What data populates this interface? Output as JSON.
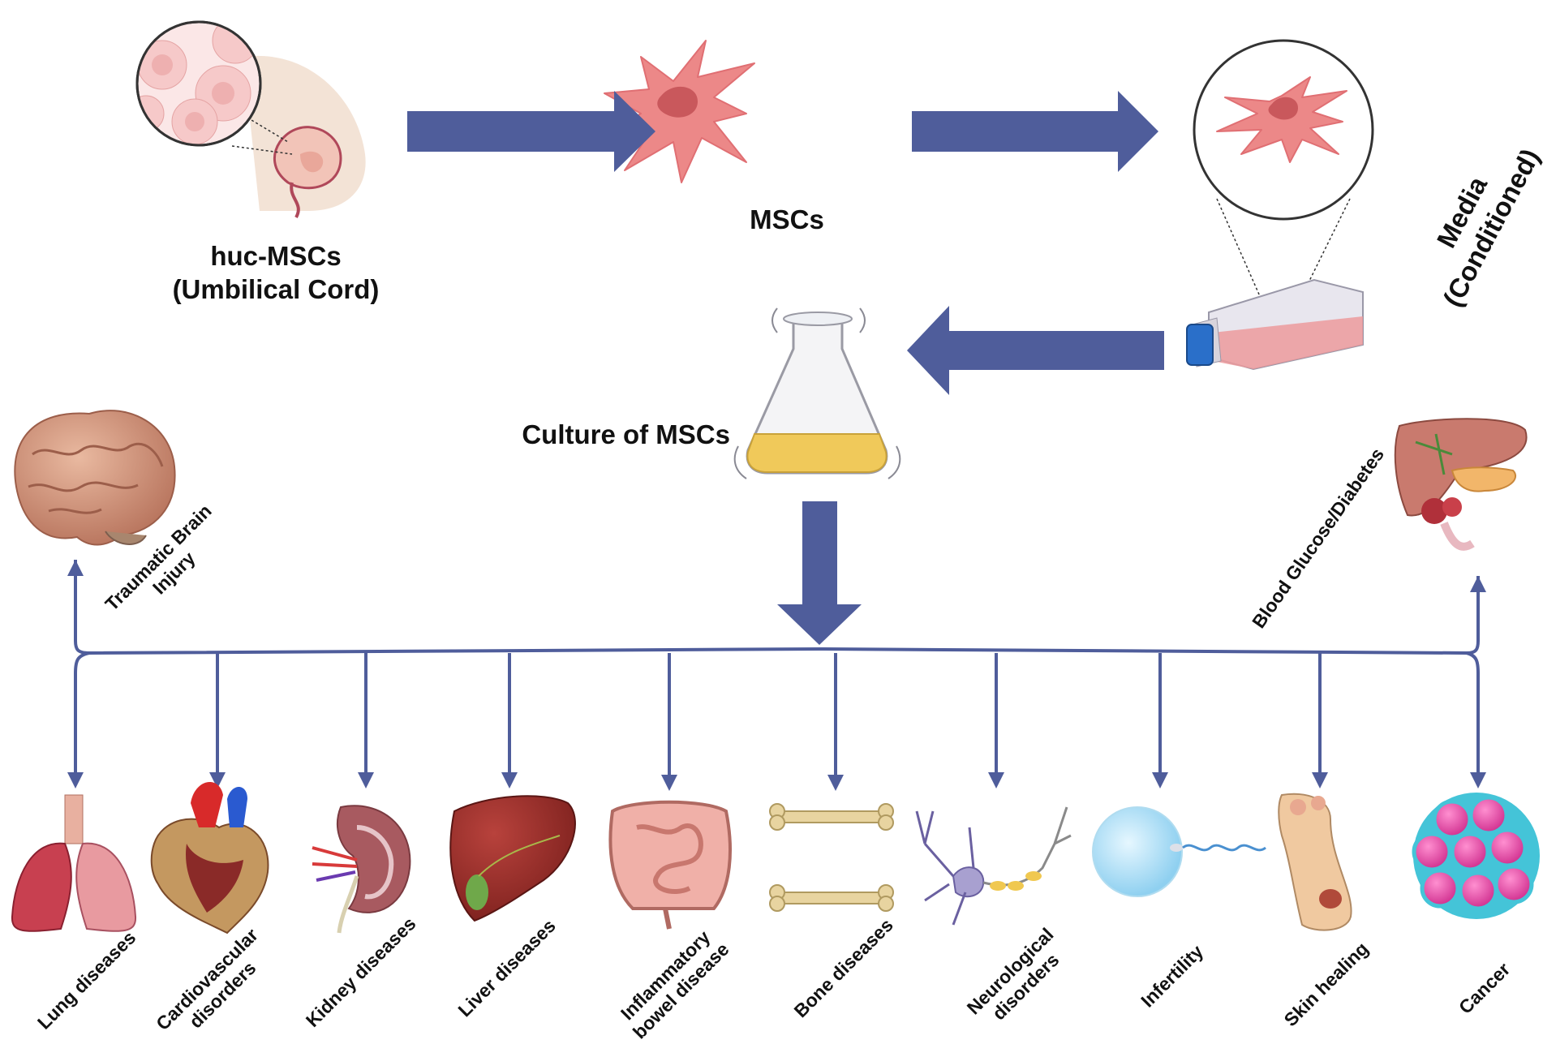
{
  "source": {
    "label_line1": "huc-MSCs",
    "label_line2": "(Umbilical Cord)"
  },
  "mscs": {
    "label": "MSCs"
  },
  "media": {
    "label_line1": "Media",
    "label_line2": "(Conditioned)"
  },
  "culture": {
    "label": "Culture of MSCs"
  },
  "targets_top": [
    {
      "line1": "Traumatic Brain",
      "line2": "Injury",
      "icon": "brain-icon"
    },
    {
      "line1": "Blood Glucose/Diabetes",
      "line2": "",
      "icon": "pancreas-liver-icon"
    }
  ],
  "targets_bottom": [
    {
      "line1": "Lung diseases",
      "line2": "",
      "icon": "lungs-icon"
    },
    {
      "line1": "Cardiovascular",
      "line2": "disorders",
      "icon": "heart-icon"
    },
    {
      "line1": "Kidney diseases",
      "line2": "",
      "icon": "kidney-icon"
    },
    {
      "line1": "Liver diseases",
      "line2": "",
      "icon": "liver-icon"
    },
    {
      "line1": "Inflammatory",
      "line2": "bowel disease",
      "icon": "intestine-icon"
    },
    {
      "line1": "Bone diseases",
      "line2": "",
      "icon": "bone-icon"
    },
    {
      "line1": "Neurological",
      "line2": "disorders",
      "icon": "neuron-icon"
    },
    {
      "line1": "Infertility",
      "line2": "",
      "icon": "egg-sperm-icon"
    },
    {
      "line1": "Skin healing",
      "line2": "",
      "icon": "skin-wound-icon"
    },
    {
      "line1": "Cancer",
      "line2": "",
      "icon": "tumor-cells-icon"
    }
  ],
  "colors": {
    "arrow": "#4f5d9b",
    "cell": "#ec8888",
    "nucleus": "#c9585c",
    "medium": "#f0c95a",
    "flask_cap": "#2a6fc9"
  }
}
